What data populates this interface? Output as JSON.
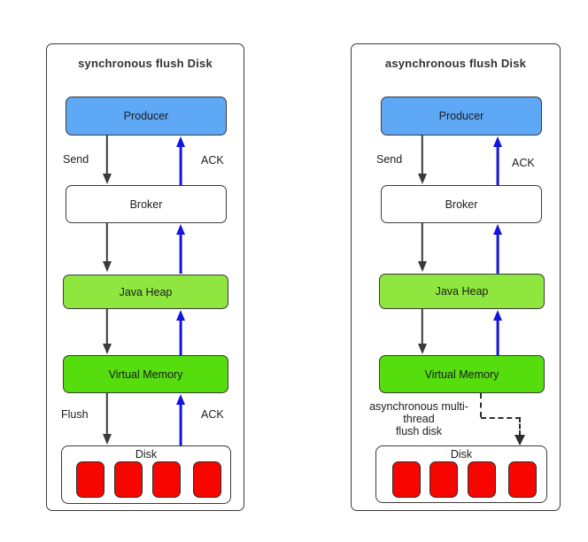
{
  "colors": {
    "producer_fill": "#5fa8f5",
    "broker_fill": "#ffffff",
    "java_heap_fill": "#8fe63e",
    "virtual_memory_fill": "#55dd0e",
    "disk_block_fill": "#f70600",
    "ack_arrow": "#1414dd",
    "flow_arrow": "#3a3a3a",
    "border": "#3a3a3a"
  },
  "left_panel": {
    "title": "synchronous flush Disk",
    "producer": "Producer",
    "broker": "Broker",
    "java_heap": "Java Heap",
    "virtual_memory": "Virtual Memory",
    "disk": "Disk",
    "send_label": "Send",
    "ack_top_label": "ACK",
    "flush_label": "Flush",
    "ack_bottom_label": "ACK"
  },
  "right_panel": {
    "title": "asynchronous flush Disk",
    "producer": "Producer",
    "broker": "Broker",
    "java_heap": "Java Heap",
    "virtual_memory": "Virtual Memory",
    "disk": "Disk",
    "send_label": "Send",
    "ack_top_label": "ACK",
    "note_line1": "asynchronous multi-",
    "note_line2": "thread",
    "note_line3": "flush disk"
  }
}
